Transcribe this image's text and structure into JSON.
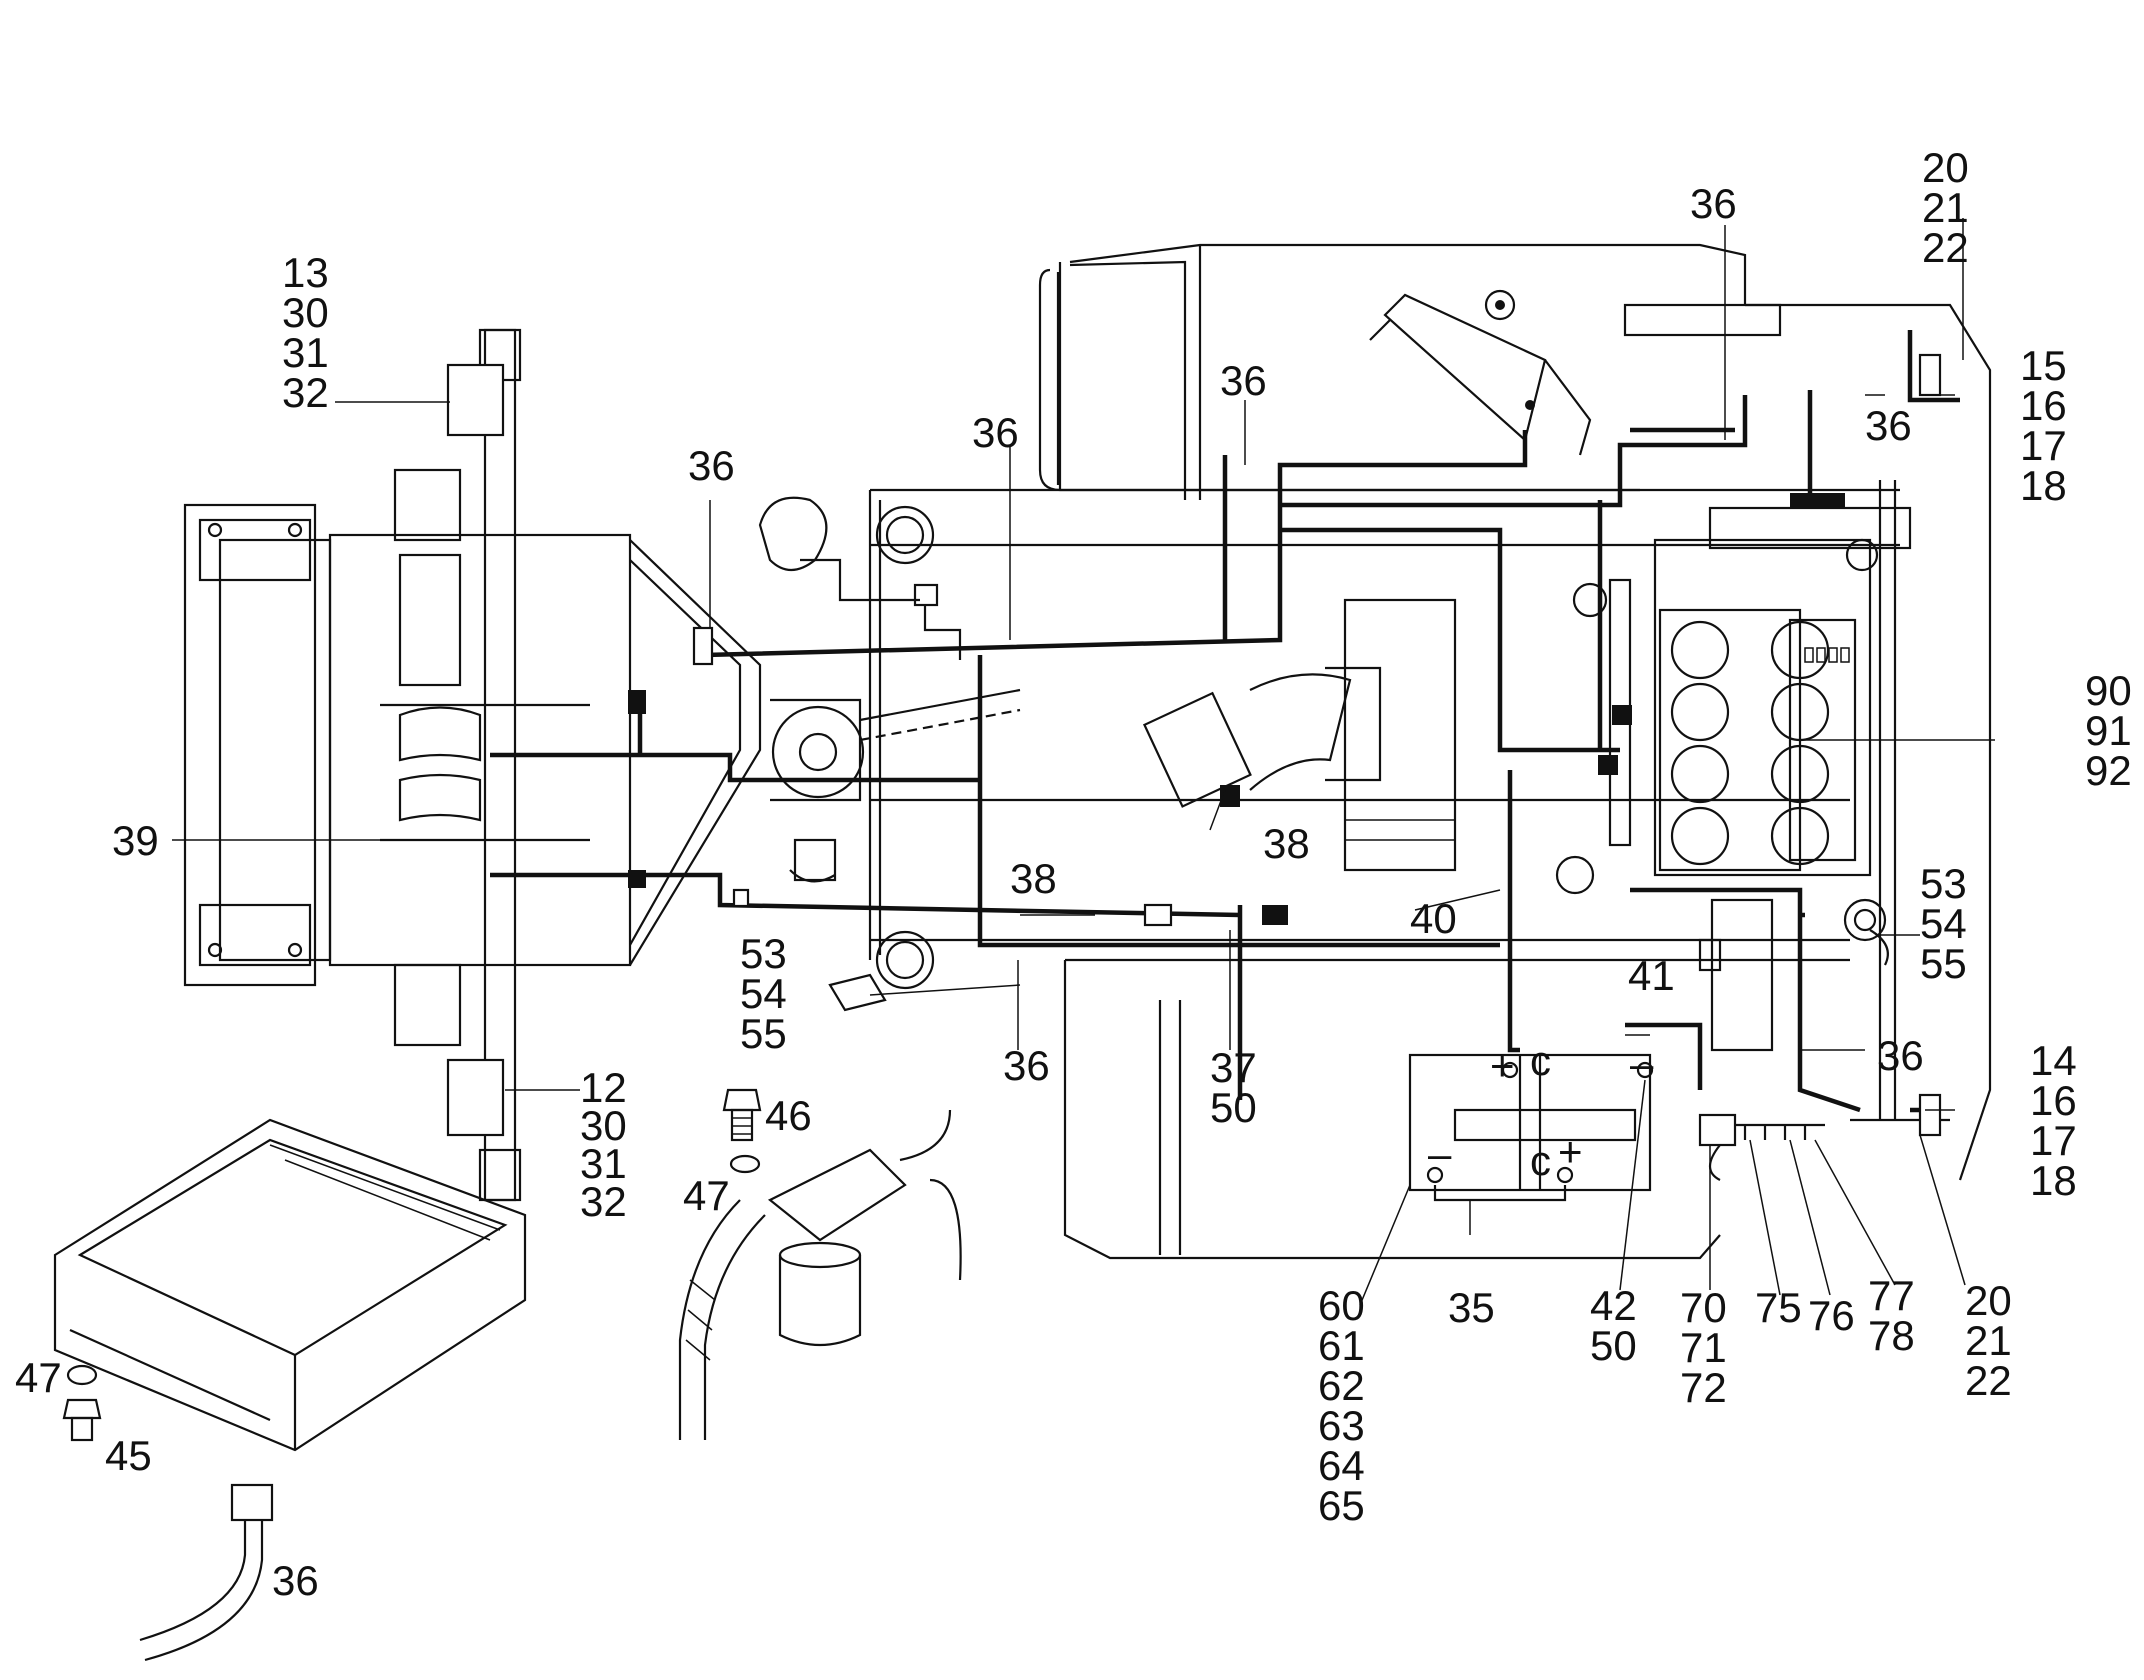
{
  "callouts": [
    {
      "id": "c-13-30-31-32",
      "lines": [
        "13",
        "30",
        "31",
        "32"
      ]
    },
    {
      "id": "c-12-30-31-32",
      "lines": [
        "12",
        "30",
        "31",
        "32"
      ]
    },
    {
      "id": "c-39",
      "lines": [
        "39"
      ]
    },
    {
      "id": "c-36-a",
      "lines": [
        "36"
      ]
    },
    {
      "id": "c-36-b",
      "lines": [
        "36"
      ]
    },
    {
      "id": "c-36-c",
      "lines": [
        "36"
      ]
    },
    {
      "id": "c-36-d",
      "lines": [
        "36"
      ]
    },
    {
      "id": "c-36-e",
      "lines": [
        "36"
      ]
    },
    {
      "id": "c-36-f",
      "lines": [
        "36"
      ]
    },
    {
      "id": "c-36-g",
      "lines": [
        "36"
      ]
    },
    {
      "id": "c-36-h",
      "lines": [
        "36"
      ]
    },
    {
      "id": "c-20-21-22-top",
      "lines": [
        "20",
        "21",
        "22"
      ]
    },
    {
      "id": "c-15-16-17-18",
      "lines": [
        "15",
        "16",
        "17",
        "18"
      ]
    },
    {
      "id": "c-90-91-92",
      "lines": [
        "90",
        "91",
        "92"
      ]
    },
    {
      "id": "c-38-a",
      "lines": [
        "38"
      ]
    },
    {
      "id": "c-38-b",
      "lines": [
        "38"
      ]
    },
    {
      "id": "c-53-54-55-a",
      "lines": [
        "53",
        "54",
        "55"
      ]
    },
    {
      "id": "c-53-54-55-b",
      "lines": [
        "53",
        "54",
        "55"
      ]
    },
    {
      "id": "c-40",
      "lines": [
        "40"
      ]
    },
    {
      "id": "c-41",
      "lines": [
        "41"
      ]
    },
    {
      "id": "c-37-50",
      "lines": [
        "37",
        "50"
      ]
    },
    {
      "id": "c-14-16-17-18",
      "lines": [
        "14",
        "16",
        "17",
        "18"
      ]
    },
    {
      "id": "c-20-21-22-bottom",
      "lines": [
        "20",
        "21",
        "22"
      ]
    },
    {
      "id": "c-46",
      "lines": [
        "46"
      ]
    },
    {
      "id": "c-47-a",
      "lines": [
        "47"
      ]
    },
    {
      "id": "c-47-b",
      "lines": [
        "47"
      ]
    },
    {
      "id": "c-45",
      "lines": [
        "45"
      ]
    },
    {
      "id": "c-60-65",
      "lines": [
        "60",
        "61",
        "62",
        "63",
        "64",
        "65"
      ]
    },
    {
      "id": "c-35",
      "lines": [
        "35"
      ]
    },
    {
      "id": "c-42-50",
      "lines": [
        "42",
        "50"
      ]
    },
    {
      "id": "c-70-71-72",
      "lines": [
        "70",
        "71",
        "72"
      ]
    },
    {
      "id": "c-75",
      "lines": [
        "75"
      ]
    },
    {
      "id": "c-76",
      "lines": [
        "76"
      ]
    },
    {
      "id": "c-77-78",
      "lines": [
        "77",
        "78"
      ]
    }
  ],
  "battery_marks": {
    "pos_top": "+",
    "neg_top": "–",
    "pos_bottom": "+",
    "neg_bottom": "–",
    "c_left": "c",
    "c_right": "c"
  }
}
